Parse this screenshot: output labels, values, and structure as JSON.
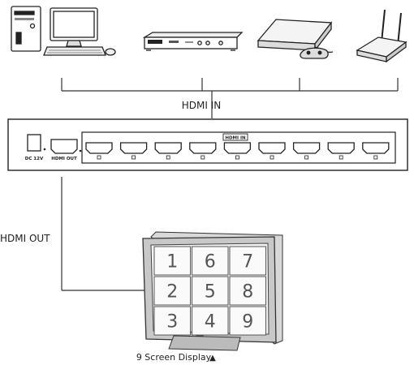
{
  "labels": {
    "hdmi_in": "HDMI IN",
    "hdmi_out": "HDMI OUT",
    "caption": "9 Screen Display",
    "caption_marker": "▲"
  },
  "device": {
    "dc_label": "DC 12V",
    "hdmi_out_port": "HDMI OUT",
    "hdmi_in_badge": "HDMI IN",
    "input_port_count": 9
  },
  "sources": [
    {
      "name": "pc-icon"
    },
    {
      "name": "dvd-player-icon"
    },
    {
      "name": "game-console-icon"
    },
    {
      "name": "router-icon"
    }
  ],
  "screen": {
    "grid": [
      [
        "1",
        "6",
        "7"
      ],
      [
        "2",
        "5",
        "8"
      ],
      [
        "3",
        "4",
        "9"
      ]
    ]
  }
}
